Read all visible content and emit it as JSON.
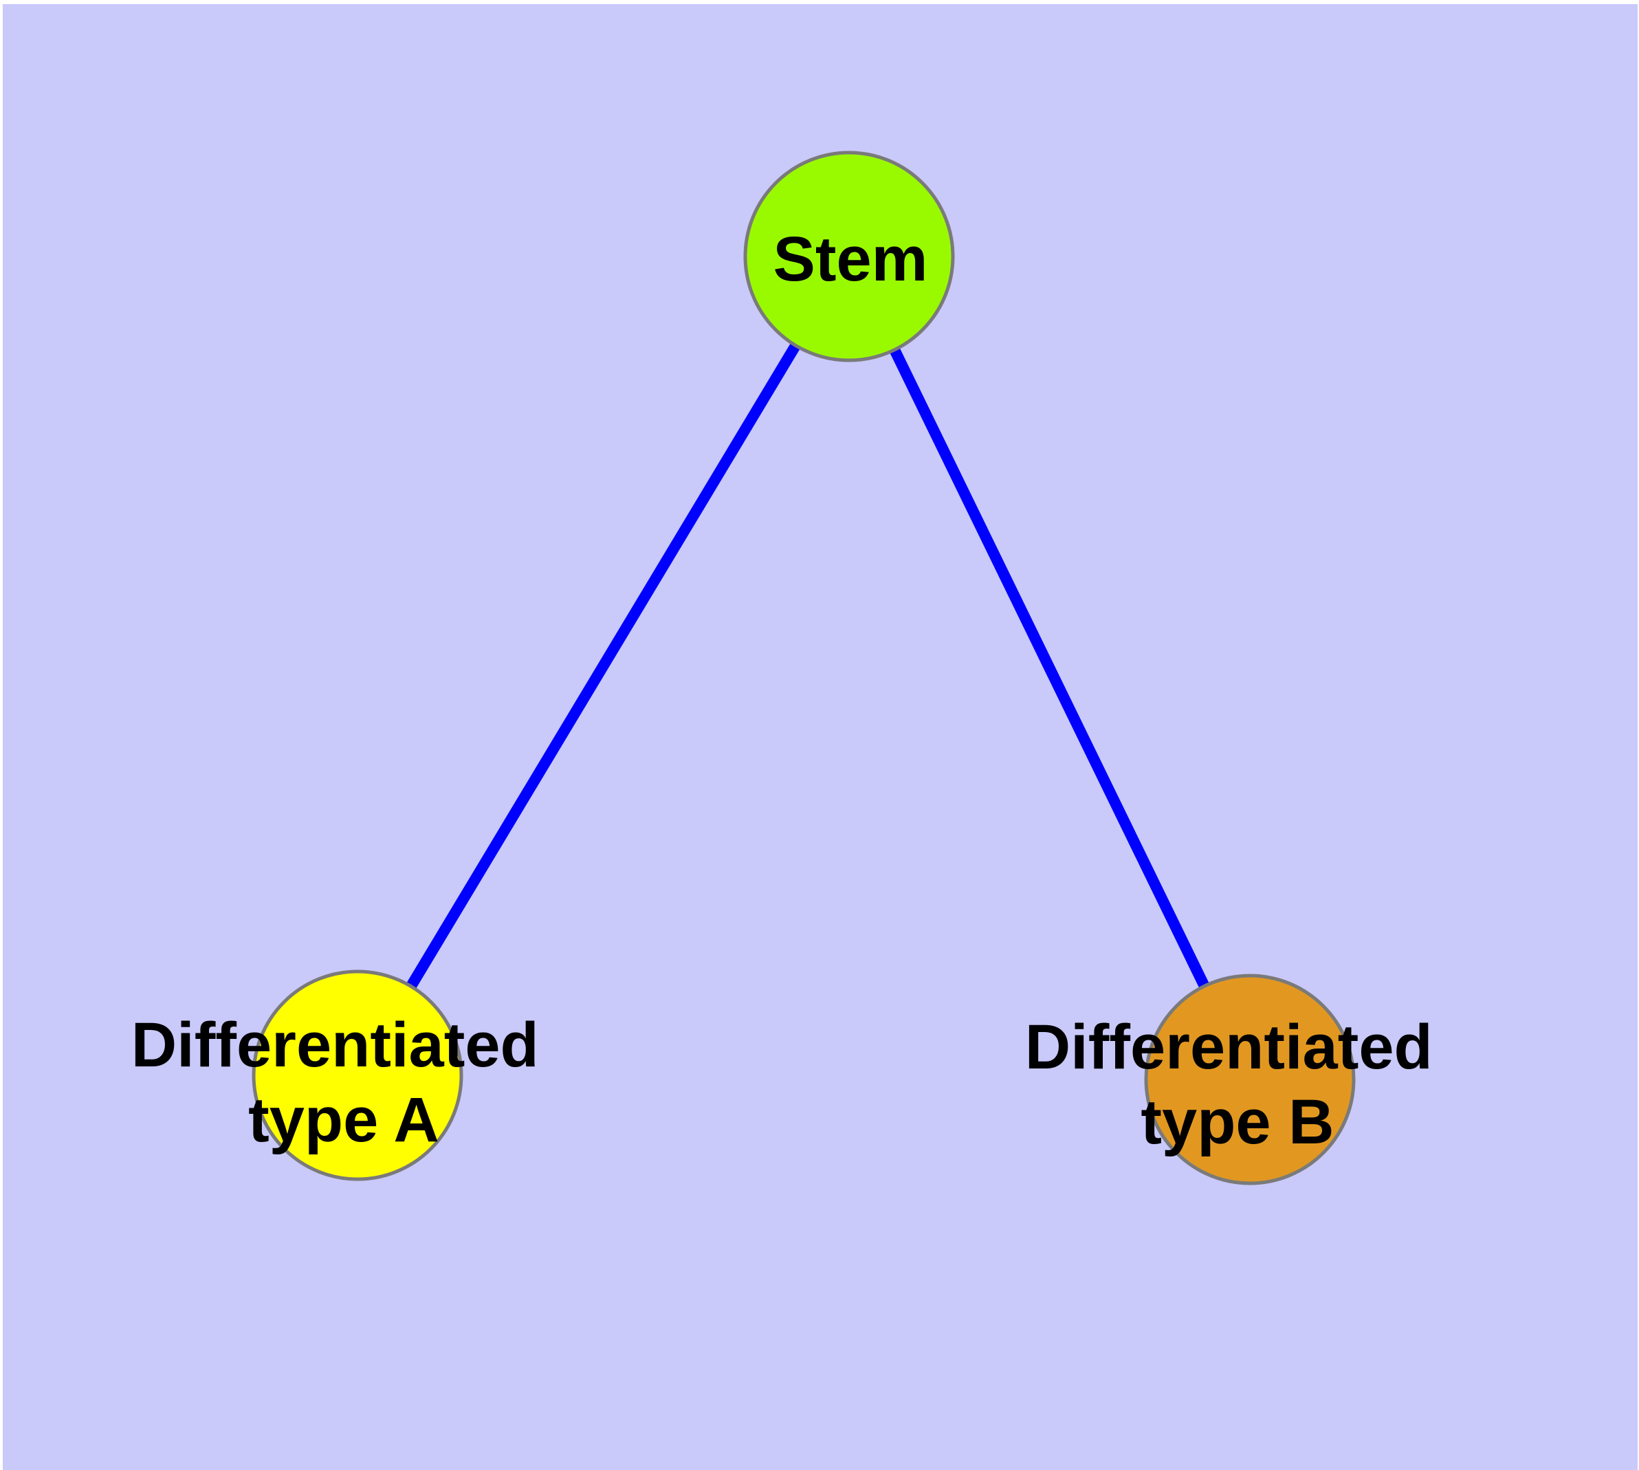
{
  "diagram": {
    "description": "Stem cell differentiation graph with one stem node connected to two differentiated cell type nodes",
    "background_color": "#C9C9FA",
    "page_margin_color": "#FFFFFF",
    "edge_color": "#0000FF",
    "node_border_color": "#7A7A7A",
    "label_color": "#000000",
    "nodes": [
      {
        "id": "stem",
        "label": "Stem",
        "fill": "#99FA00"
      },
      {
        "id": "differentiated-type-a",
        "label": "Differentiated type A",
        "line1": "Differentiated",
        "line2": "type A",
        "fill": "#FFFF00"
      },
      {
        "id": "differentiated-type-b",
        "label": "Differentiated type B",
        "line1": "Differentiated",
        "line2": "type B",
        "fill": "#E29820"
      }
    ],
    "edges": [
      {
        "from": "Stem",
        "to": "Differentiated type A"
      },
      {
        "from": "Stem",
        "to": "Differentiated type B"
      }
    ]
  }
}
